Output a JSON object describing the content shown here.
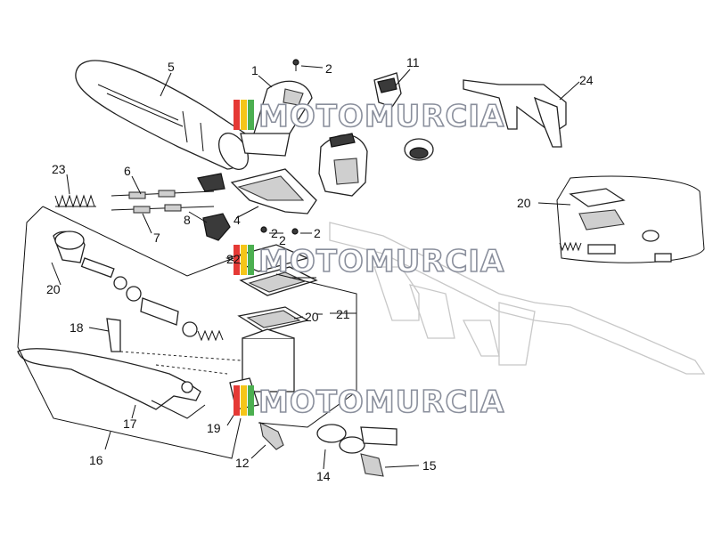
{
  "watermark": {
    "text": "MOTOMURCIA",
    "colors": {
      "stripe1": "#e53935",
      "stripe2": "#f5c518",
      "stripe3": "#4caf50",
      "outline": "#8a8f9c"
    }
  },
  "callouts": [
    {
      "id": "c1",
      "text": "1"
    },
    {
      "id": "c2a",
      "text": "2"
    },
    {
      "id": "c2b",
      "text": "2"
    },
    {
      "id": "c2c",
      "text": "2"
    },
    {
      "id": "c2d",
      "text": "2"
    },
    {
      "id": "c2e",
      "text": "22"
    },
    {
      "id": "c4",
      "text": "4"
    },
    {
      "id": "c5",
      "text": "5"
    },
    {
      "id": "c6",
      "text": "6"
    },
    {
      "id": "c7",
      "text": "7"
    },
    {
      "id": "c8",
      "text": "8"
    },
    {
      "id": "c11",
      "text": "11"
    },
    {
      "id": "c12",
      "text": "12"
    },
    {
      "id": "c14",
      "text": "14"
    },
    {
      "id": "c15",
      "text": "15"
    },
    {
      "id": "c16",
      "text": "16"
    },
    {
      "id": "c17",
      "text": "17"
    },
    {
      "id": "c18",
      "text": "18"
    },
    {
      "id": "c19",
      "text": "19"
    },
    {
      "id": "c20a",
      "text": "20"
    },
    {
      "id": "c20b",
      "text": "20"
    },
    {
      "id": "c20c",
      "text": "20"
    },
    {
      "id": "c21",
      "text": "21"
    },
    {
      "id": "c23",
      "text": "23"
    },
    {
      "id": "c24",
      "text": "24"
    }
  ]
}
